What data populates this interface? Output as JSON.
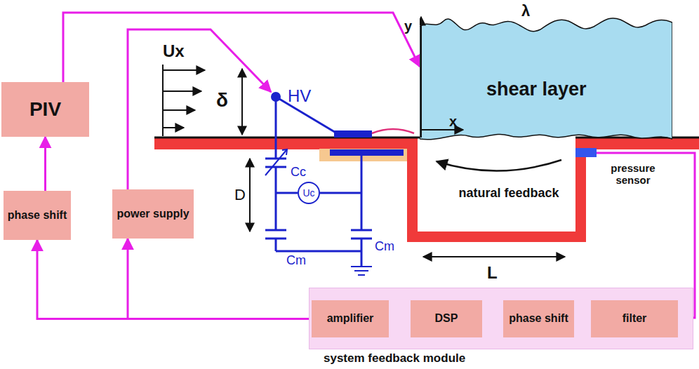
{
  "diagram": {
    "nodes": [
      {
        "text": [
          "PIV"
        ]
      },
      {
        "text": [
          "shear layer"
        ]
      },
      {
        "text": [
          "Uc"
        ]
      },
      {
        "text": [
          "phase shift"
        ]
      },
      {
        "text": [
          "power supply"
        ]
      },
      {
        "text": [
          "system feedback module"
        ]
      },
      {
        "text": [
          "amplifier"
        ],
        "in": 5
      },
      {
        "text": [
          "DSP"
        ],
        "in": 5
      },
      {
        "text": [
          "phase shift"
        ],
        "in": 5
      },
      {
        "text": [
          "filter"
        ],
        "in": 5
      }
    ],
    "edges": [
      {
        "from": 3,
        "to": 0,
        "arrow": "to"
      },
      {
        "from": 0,
        "to": 1,
        "arrow": "to"
      },
      {
        "from": 6,
        "to": 3,
        "arrow": "to"
      },
      {
        "from": 6,
        "to": 4,
        "arrow": "to"
      }
    ],
    "labels": [
      "Ux",
      "δ",
      "HV",
      "Cc",
      "D",
      "Cm",
      "Cm",
      "y",
      "λ",
      "x",
      "natural feedback",
      "pressure sensor",
      "L"
    ]
  }
}
